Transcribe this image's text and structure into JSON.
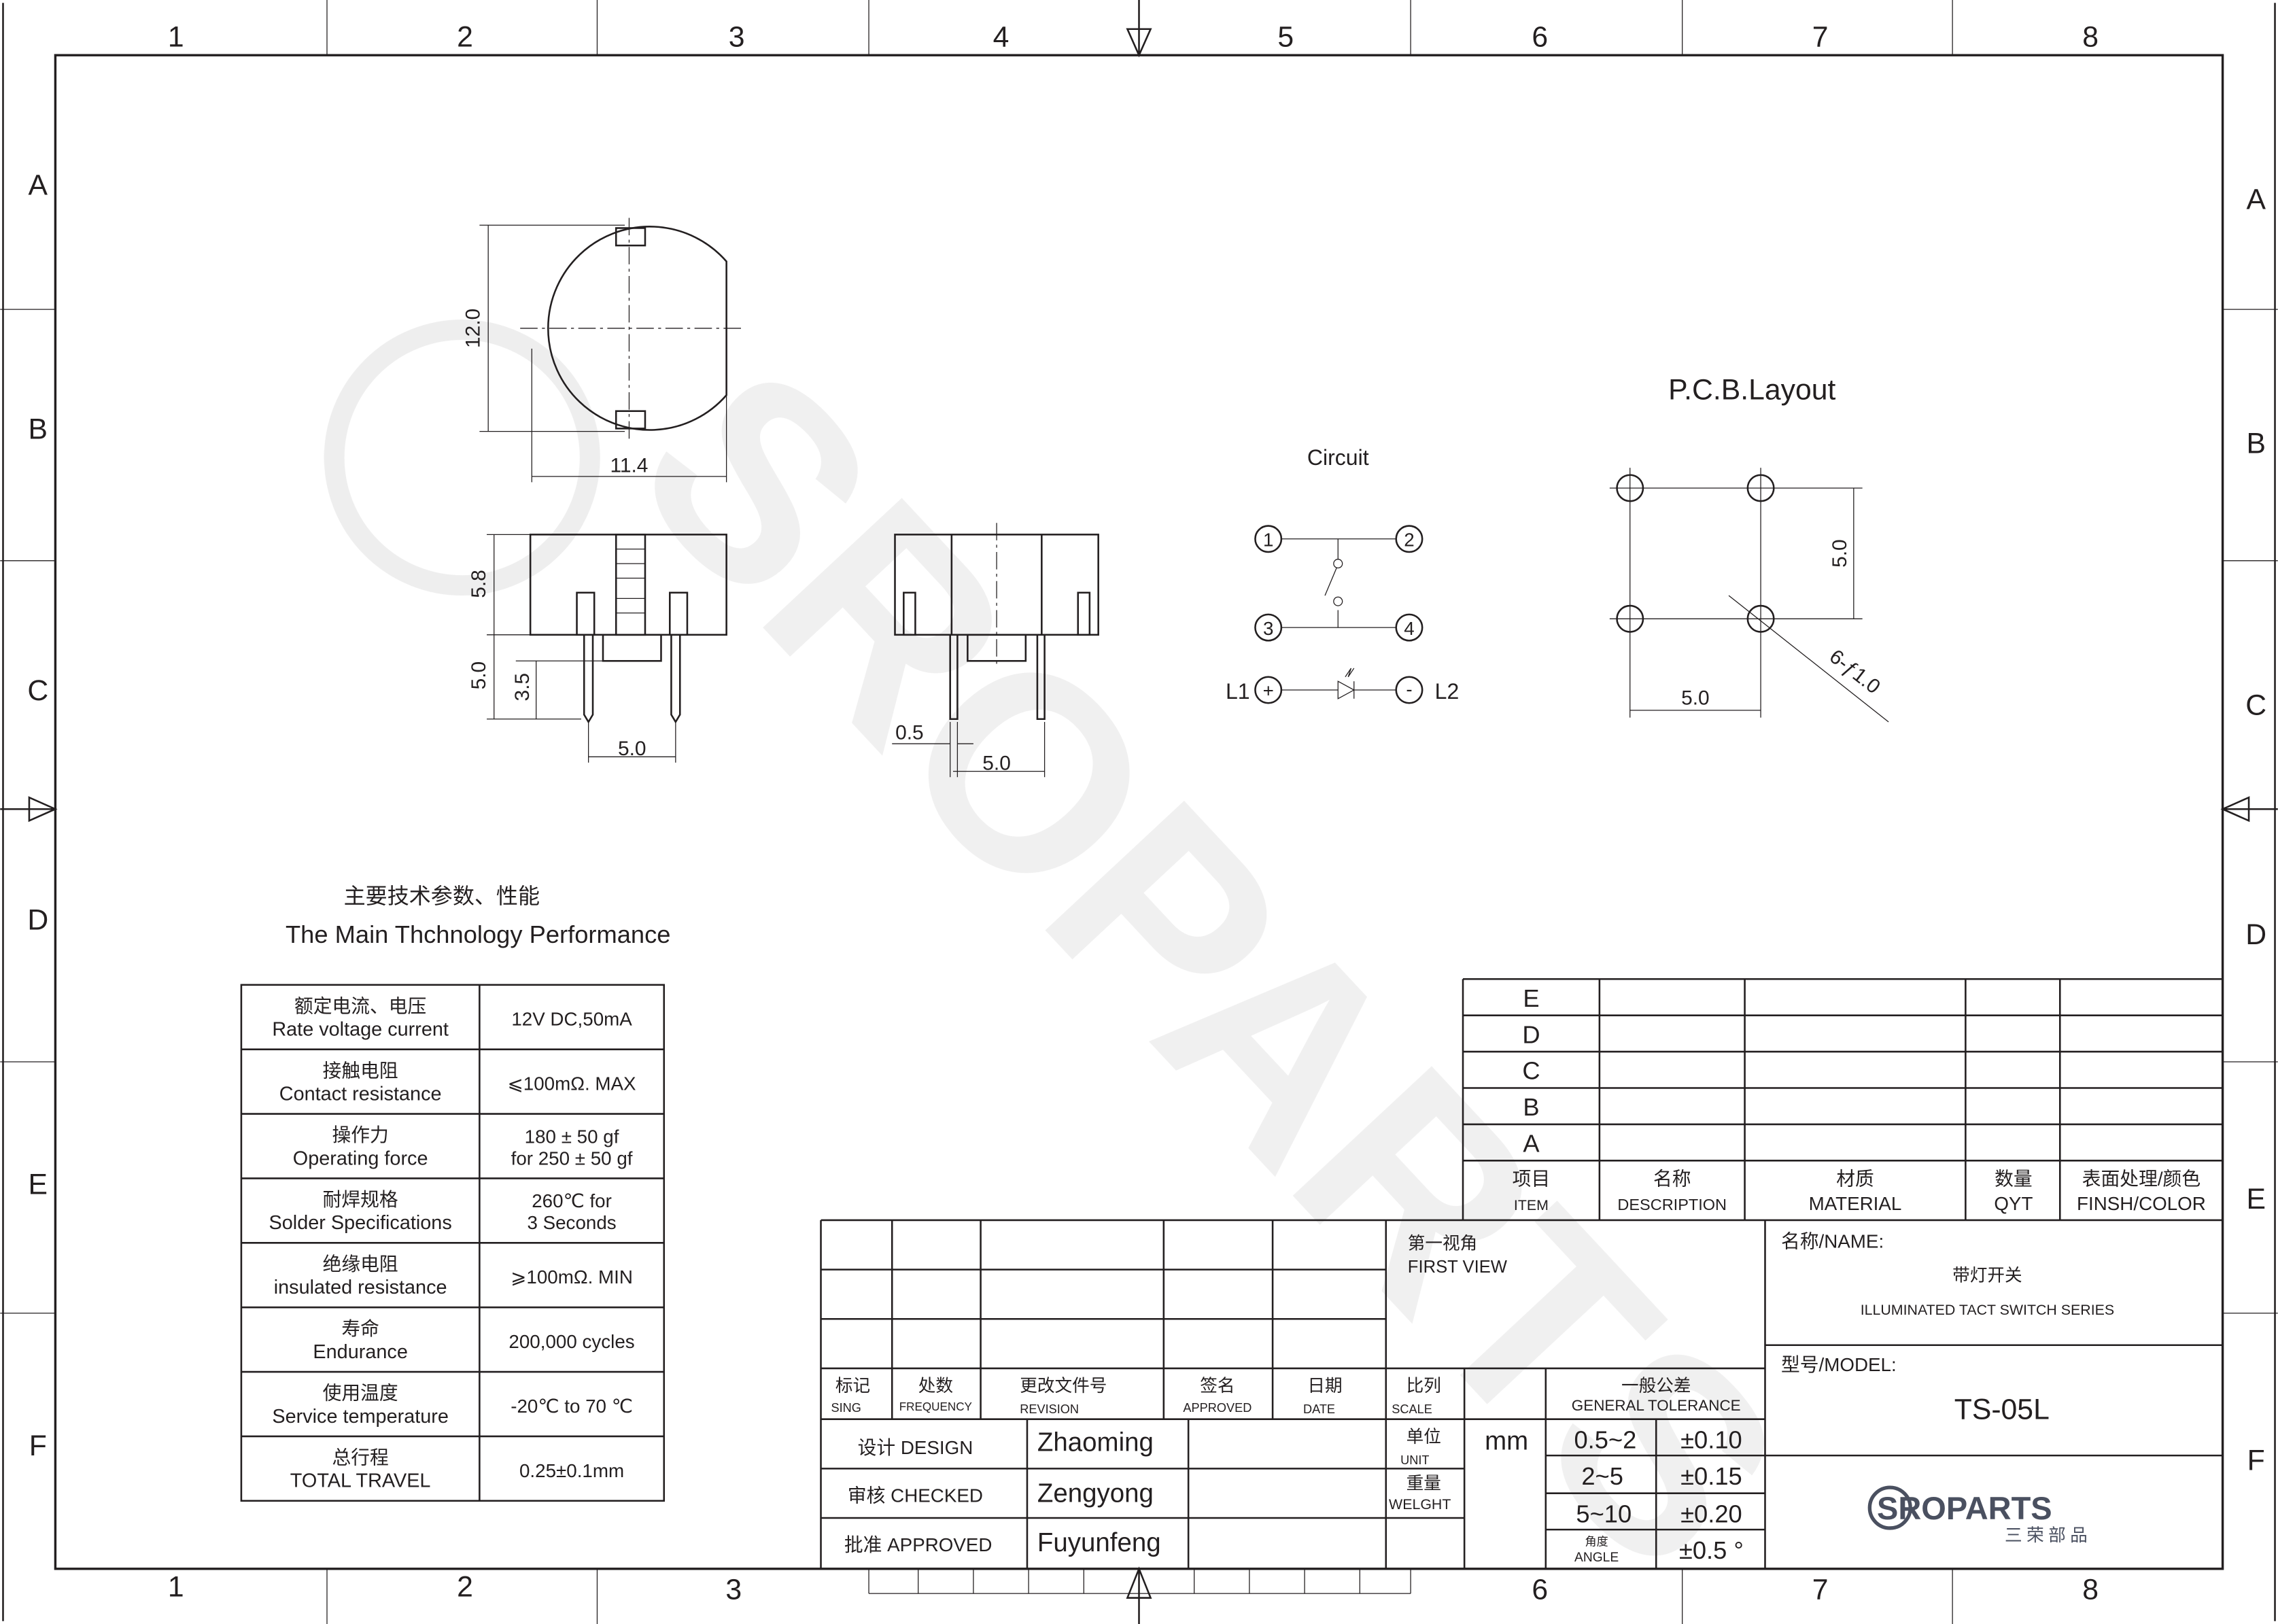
{
  "frame": {
    "columns": [
      "1",
      "2",
      "3",
      "4",
      "5",
      "6",
      "7",
      "8"
    ],
    "rows": [
      "A",
      "B",
      "C",
      "D",
      "E",
      "F"
    ]
  },
  "drawing": {
    "dims_top": {
      "height": "12.0",
      "width": "11.4"
    },
    "dims_side": {
      "body_h": "5.8",
      "pin_h": "5.0",
      "pin_inner": "3.5",
      "pitch": "5.0"
    },
    "dims_front": {
      "pin_w": "0.5",
      "pitch": "5.0"
    },
    "circuit": {
      "title": "Circuit",
      "pins": [
        "1",
        "2",
        "3",
        "4"
      ],
      "l1": "L1",
      "l2": "L2",
      "plus": "+",
      "minus": "-"
    },
    "pcb": {
      "title": "P.C.B.Layout",
      "dim_v": "5.0",
      "dim_h": "5.0",
      "holes": "6-ƒ1.0"
    }
  },
  "specs": {
    "title_cn": "主要技术参数、性能",
    "title_en": "The Main Thchnology Performance",
    "rows": [
      {
        "cn": "额定电流、电压",
        "en": "Rate voltage current",
        "v1": "12V DC,50mA",
        "v2": ""
      },
      {
        "cn": "接触电阻",
        "en": "Contact resistance",
        "v1": "⩽100mΩ. MAX",
        "v2": ""
      },
      {
        "cn": "操作力",
        "en": "Operating  force",
        "v1": "180 ± 50 gf",
        "v2": "for 250 ± 50 gf"
      },
      {
        "cn": "耐焊规格",
        "en": "Solder Specifications",
        "v1": "260℃ for",
        "v2": "3 Seconds"
      },
      {
        "cn": "绝缘电阻",
        "en": "insulated resistance",
        "v1": "⩾100mΩ. MIN",
        "v2": ""
      },
      {
        "cn": "寿命",
        "en": "Endurance",
        "v1": "200,000 cycles",
        "v2": ""
      },
      {
        "cn": "使用温度",
        "en": "Service temperature",
        "v1": "-20℃ to 70 ℃",
        "v2": ""
      },
      {
        "cn": "总行程",
        "en": "TOTAL TRAVEL",
        "v1": "0.25±0.1mm",
        "v2": ""
      }
    ]
  },
  "bom": {
    "rows": [
      "E",
      "D",
      "C",
      "B",
      "A"
    ],
    "headers": [
      {
        "cn": "项目",
        "en": "ITEM"
      },
      {
        "cn": "名称",
        "en": "DESCRIPTION"
      },
      {
        "cn": "材质",
        "en": "MATERIAL"
      },
      {
        "cn": "数量",
        "en": "QYT"
      },
      {
        "cn": "表面处理/颜色",
        "en": "FINSH/COLOR"
      }
    ]
  },
  "title_block": {
    "rev_headers": [
      {
        "cn": "标记",
        "en": "SING"
      },
      {
        "cn": "处数",
        "en": "FREQUENCY"
      },
      {
        "cn": "更改文件号",
        "en": "REVISION"
      },
      {
        "cn": "签名",
        "en": "APPROVED"
      },
      {
        "cn": "日期",
        "en": "DATE"
      }
    ],
    "first_view_cn": "第一视角",
    "first_view_en": "FIRST VIEW",
    "scale_cn": "比列",
    "scale_en": "SCALE",
    "unit_cn": "单位",
    "unit_en": "UNIT",
    "unit_value": "mm",
    "weight_cn": "重量",
    "weight_en": "WELGHT",
    "tol_cn": "一般公差",
    "tol_en": "GENERAL TOLERANCE",
    "tolerances": [
      {
        "range": "0.5~2",
        "tol": "±0.10"
      },
      {
        "range": "2~5",
        "tol": "±0.15"
      },
      {
        "range": "5~10",
        "tol": "±0.20"
      }
    ],
    "angle_cn": "角度",
    "angle_en": "ANGLE",
    "angle_tol": "±0.5 °",
    "people": [
      {
        "role": "设计 DESIGN",
        "name": "Zhaoming"
      },
      {
        "role": "审核 CHECKED",
        "name": "Zengyong"
      },
      {
        "role": "批准 APPROVED",
        "name": "Fuyunfeng"
      }
    ],
    "name_label": "名称/NAME:",
    "name_cn": "带灯开关",
    "name_en": "ILLUMINATED TACT SWITCH SERIES",
    "model_label": "型号/MODEL:",
    "model": "TS-05L",
    "logo_text": "SROPARTS",
    "logo_cn": "三荣部品"
  }
}
